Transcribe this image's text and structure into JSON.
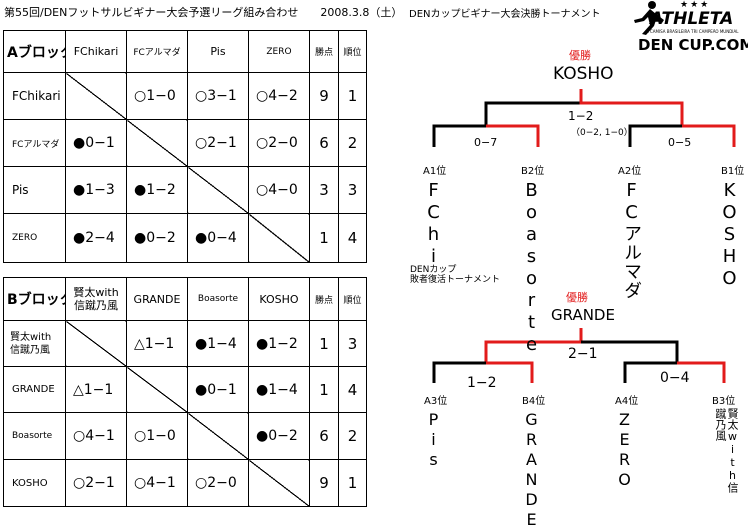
{
  "header": {
    "title": "第55回/DENフットサルビギナー大会予選リーグ組み合わせ　　2008.3.8（土）",
    "tournament_title": "DENカップビギナー大会決勝トーナメント",
    "brand": "ATHLETA",
    "brand_sub": "A CAMISA BRASILEIRA TRI CAMPEÃO MUNDIAL",
    "stars": "★★★",
    "site": "DEN CUP.COM"
  },
  "block_a": {
    "label": "Aブロック",
    "columns": [
      "FChikari",
      "FCアルマダ",
      "Pis",
      "ZERO"
    ],
    "points_label": "勝点",
    "rank_label": "順位",
    "rows": [
      {
        "team": "FChikari",
        "results": [
          "",
          "○1−0",
          "○3−1",
          "○4−2"
        ],
        "points": "9",
        "rank": "1"
      },
      {
        "team": "FCアルマダ",
        "results": [
          "●0−1",
          "",
          "○2−1",
          "○2−0"
        ],
        "points": "6",
        "rank": "2"
      },
      {
        "team": "Pis",
        "results": [
          "●1−3",
          "●1−2",
          "",
          "○4−0"
        ],
        "points": "3",
        "rank": "3"
      },
      {
        "team": "ZERO",
        "results": [
          "●2−4",
          "●0−2",
          "●0−4",
          ""
        ],
        "points": "1",
        "rank": "4"
      }
    ]
  },
  "block_b": {
    "label": "Bブロック",
    "columns": [
      "賢太with\n信蹴乃風",
      "GRANDE",
      "Boasorte",
      "KOSHO"
    ],
    "points_label": "勝点",
    "rank_label": "順位",
    "rows": [
      {
        "team": "賢太with\n信蹴乃風",
        "results": [
          "",
          "△1−1",
          "●1−4",
          "●1−2"
        ],
        "points": "1",
        "rank": "3"
      },
      {
        "team": "GRANDE",
        "results": [
          "△1−1",
          "",
          "●0−1",
          "●1−4"
        ],
        "points": "1",
        "rank": "4"
      },
      {
        "team": "Boasorte",
        "results": [
          "○4−1",
          "○1−0",
          "",
          "●0−2"
        ],
        "points": "6",
        "rank": "2"
      },
      {
        "team": "KOSHO",
        "results": [
          "○2−1",
          "○4−1",
          "○2−0",
          ""
        ],
        "points": "9",
        "rank": "1"
      }
    ]
  },
  "bracket_main": {
    "champion_label": "優勝",
    "champion": "KOSHO",
    "final_score": "1−2",
    "final_pk": "（0−2, 1−0）",
    "semi_left_score": "0−7",
    "semi_right_score": "0−5",
    "seeds": [
      "A1位",
      "B2位",
      "A2位",
      "B1位"
    ],
    "teams": [
      "FChikari",
      "Boasorte",
      "FCアルマダ",
      "KOSHO"
    ]
  },
  "bracket_consolation": {
    "title_line1": "DENカップ",
    "title_line2": "敗者復活トーナメント",
    "champion_label": "優勝",
    "champion": "GRANDE",
    "final_score": "2−1",
    "semi_left_score": "1−2",
    "semi_right_score": "0−4",
    "seeds": [
      "A3位",
      "B4位",
      "A4位",
      "B3位"
    ],
    "teams": [
      "Pis",
      "GRANDE",
      "ZERO",
      "賢太with信蹴乃風"
    ]
  },
  "colors": {
    "accent": "#e21b1b",
    "line": "#000000"
  }
}
